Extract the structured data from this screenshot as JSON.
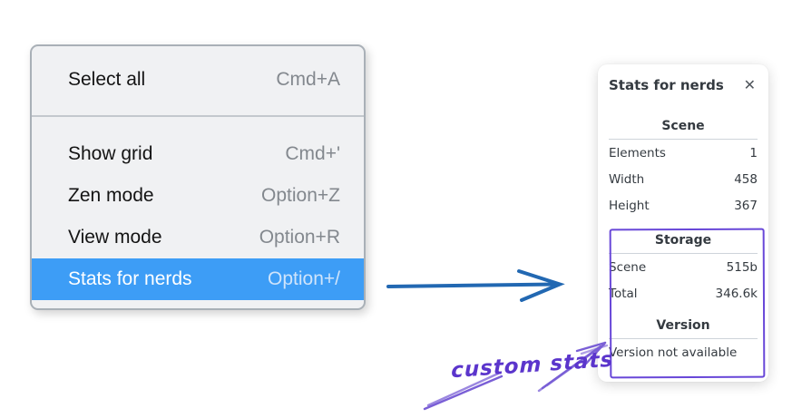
{
  "menu": {
    "items": [
      {
        "label": "Select all",
        "shortcut": "Cmd+A"
      },
      {
        "label": "Show grid",
        "shortcut": "Cmd+'"
      },
      {
        "label": "Zen mode",
        "shortcut": "Option+Z"
      },
      {
        "label": "View mode",
        "shortcut": "Option+R"
      },
      {
        "label": "Stats for nerds",
        "shortcut": "Option+/"
      }
    ],
    "highlighted_item": "Stats for nerds",
    "highlight_color": "#3d9df6"
  },
  "stats_panel": {
    "title": "Stats for nerds",
    "close_icon": "✕",
    "sections": [
      {
        "heading": "Scene",
        "rows": [
          [
            "Elements",
            "1"
          ],
          [
            "Width",
            "458"
          ],
          [
            "Height",
            "367"
          ]
        ]
      },
      {
        "heading": "Storage",
        "rows": [
          [
            "Scene",
            "515b"
          ],
          [
            "Total",
            "346.6k"
          ]
        ]
      },
      {
        "heading": "Version",
        "rows": [],
        "note": "Version not available"
      }
    ]
  },
  "annotations": {
    "custom_stats_label": "custom stats",
    "blue_arrow_color": "#2268b2",
    "purple_color": "#6847d8"
  }
}
